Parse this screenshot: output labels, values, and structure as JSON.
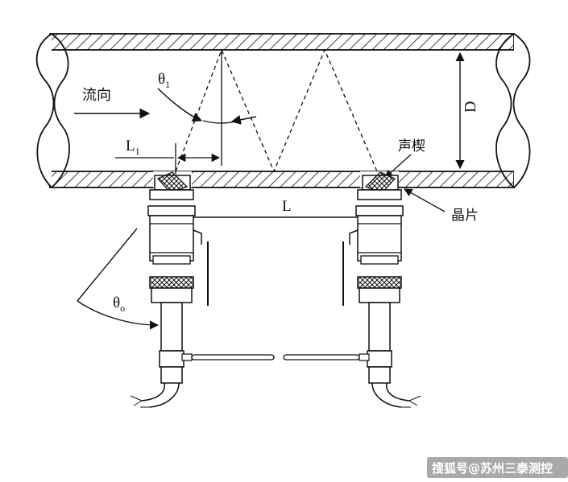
{
  "labels": {
    "flow_direction": "流向",
    "theta1": "θ",
    "theta1_sub": "1",
    "L1": "L",
    "L1_sub": "1",
    "D": "D",
    "L": "L",
    "sound_wedge": "声楔",
    "crystal": "晶片",
    "theta0": "θ",
    "theta0_sub": "o"
  },
  "watermark": "搜狐号@苏州三泰测控",
  "colors": {
    "line": "#111111",
    "background": "#ffffff",
    "watermark_bg": "#9a9a9a"
  }
}
